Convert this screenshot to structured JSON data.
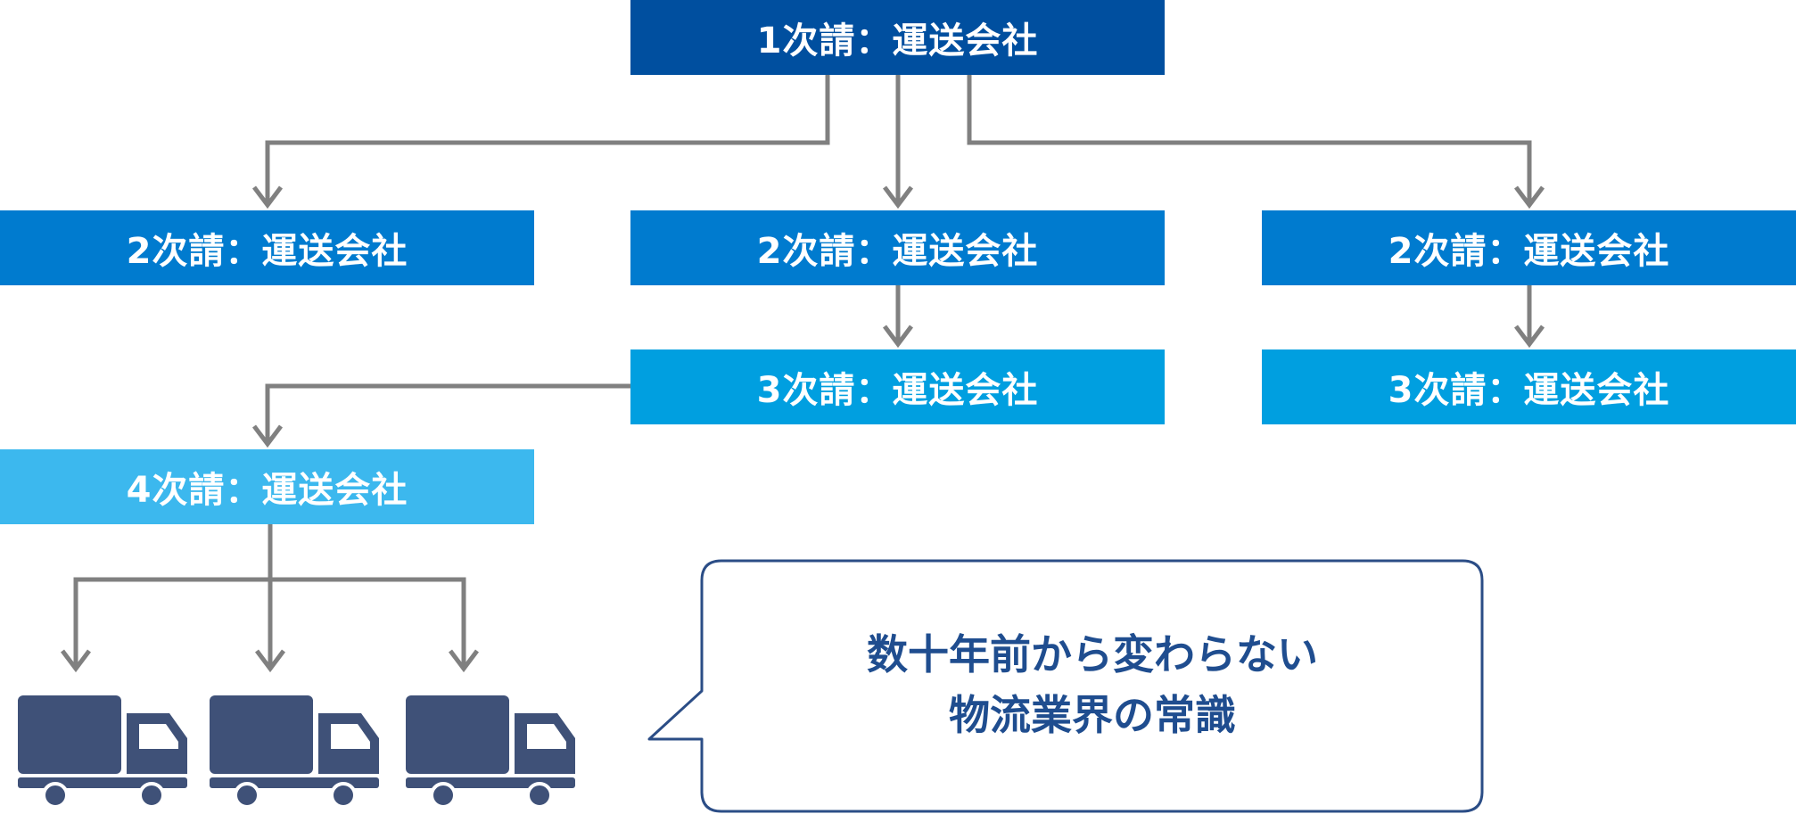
{
  "nodes": {
    "tier1": "1次請：運送会社",
    "tier2_left": "2次請：運送会社",
    "tier2_center": "2次請：運送会社",
    "tier2_right": "2次請：運送会社",
    "tier3_center": "3次請：運送会社",
    "tier3_right": "3次請：運送会社",
    "tier4": "4次請：運送会社"
  },
  "callout": {
    "line1": "数十年前から変わらない",
    "line2": "物流業界の常識"
  },
  "colors": {
    "tier1": "#004f9f",
    "tier2": "#007bcf",
    "tier3": "#009fe0",
    "tier4": "#3cb8ee",
    "arrow": "#808080",
    "truck": "#3f5178",
    "callout_border": "#2b4d86",
    "callout_text": "#1f4d8f"
  },
  "icons": [
    "truck-icon",
    "truck-icon",
    "truck-icon"
  ]
}
